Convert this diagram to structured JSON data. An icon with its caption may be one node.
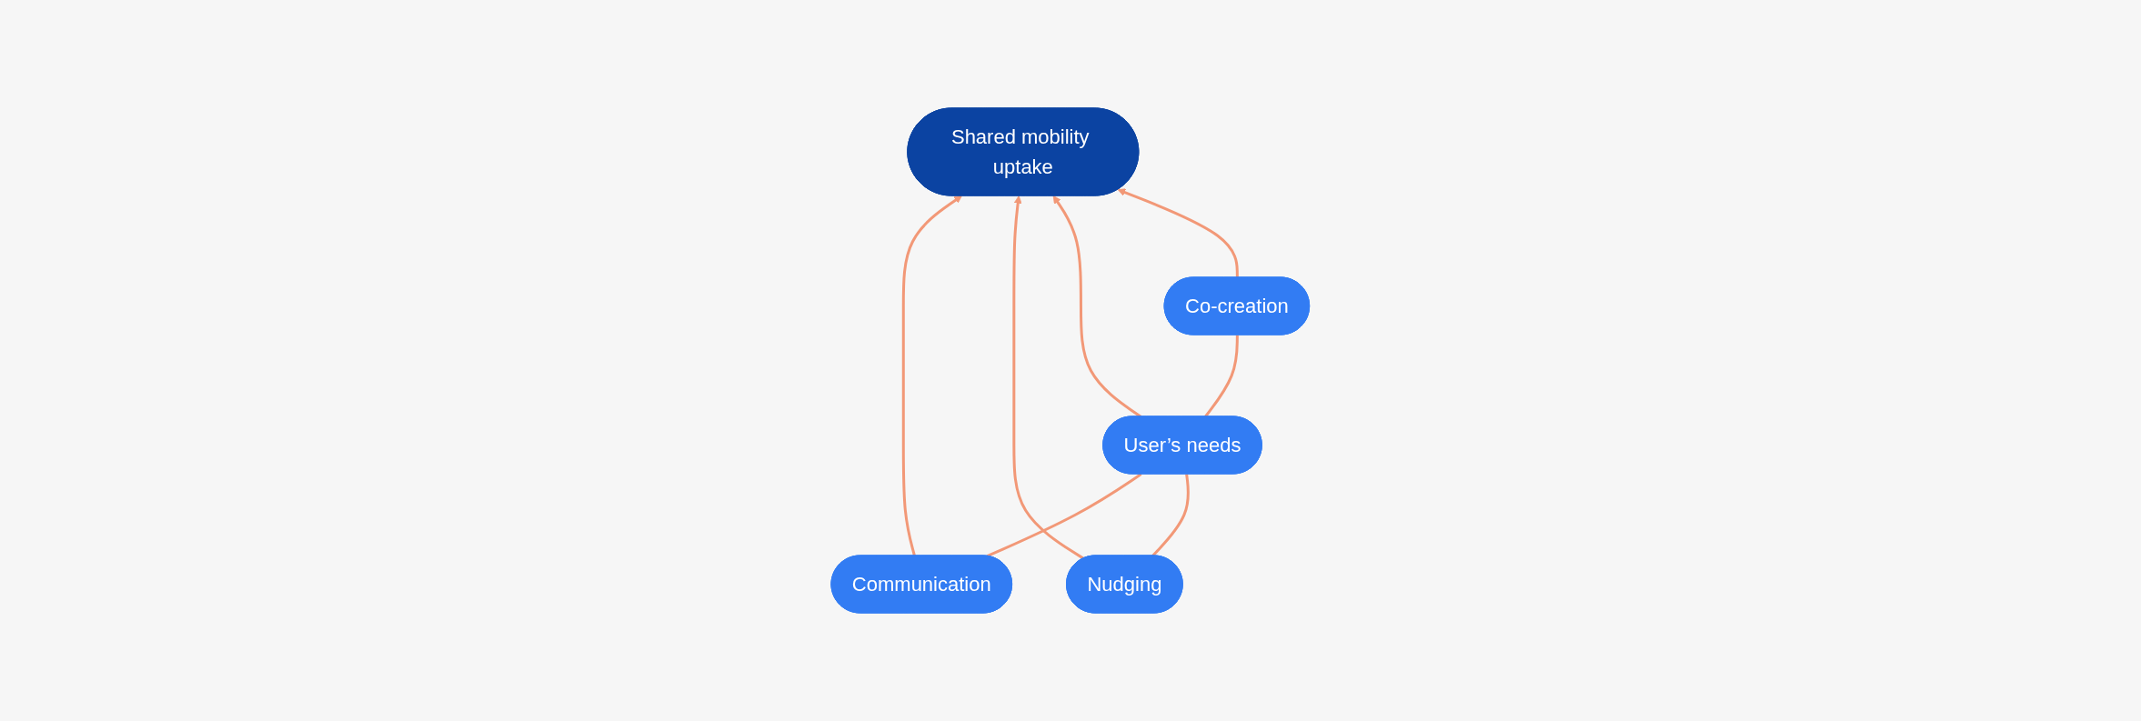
{
  "diagram": {
    "nodes": [
      {
        "text": [
          "Shared mobility uptake"
        ]
      },
      {
        "text": [
          "Communication"
        ]
      },
      {
        "text": [
          "Nudging"
        ]
      },
      {
        "text": [
          "User’s needs"
        ]
      },
      {
        "text": [
          "Co-creation"
        ]
      }
    ],
    "edges": [
      {
        "from": 1,
        "to": 0,
        "arrow": "to"
      },
      {
        "from": 2,
        "to": 0,
        "arrow": "to"
      },
      {
        "from": 3,
        "to": 0,
        "arrow": "to"
      },
      {
        "from": 4,
        "to": 0,
        "arrow": "to"
      },
      {
        "from": 1,
        "to": 3,
        "arrow": "none"
      },
      {
        "from": 2,
        "to": 3,
        "arrow": "none"
      },
      {
        "from": 3,
        "to": 4,
        "arrow": "none"
      }
    ]
  }
}
